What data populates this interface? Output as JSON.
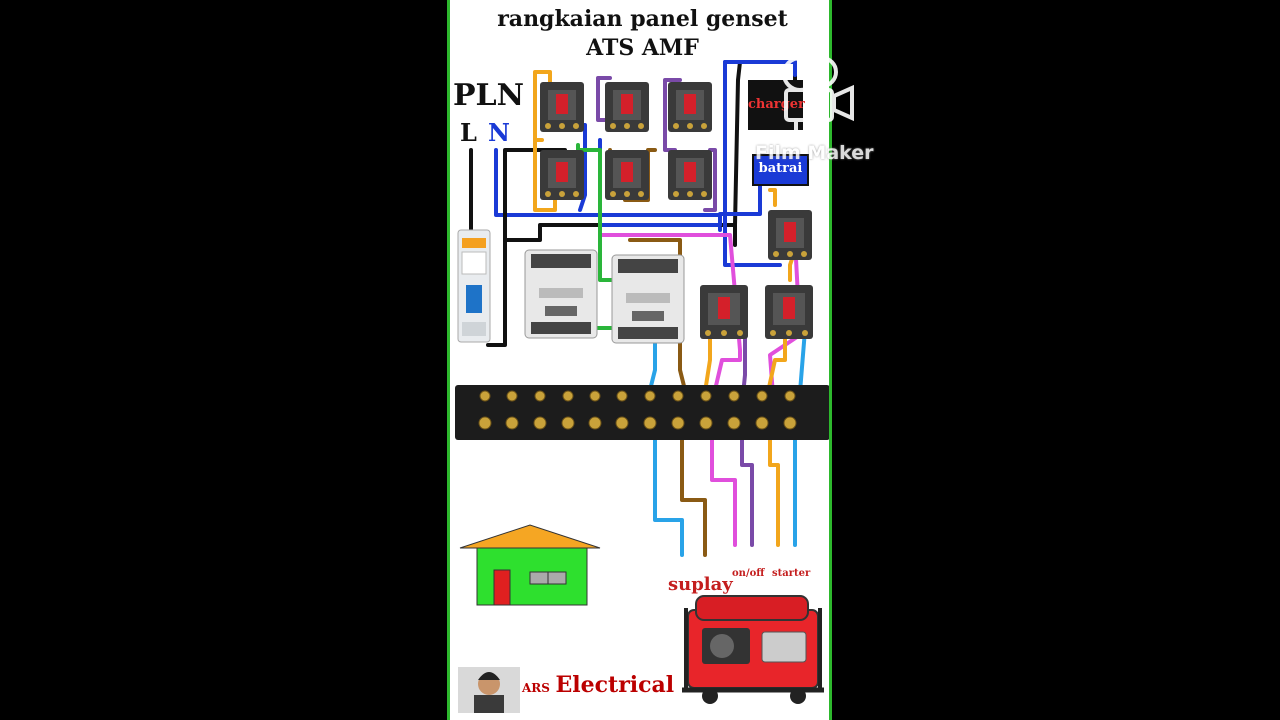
{
  "title": {
    "line1": "rangkaian panel genset",
    "line2": "ATS AMF"
  },
  "labels": {
    "pln": "PLN",
    "l": "L",
    "n": "N",
    "charger": "charger",
    "batrai": "batrai",
    "suplay": "suplay",
    "onoff": "on/off",
    "starter": "starter"
  },
  "brand": {
    "prefix": "ARS",
    "name": "Electrical"
  },
  "watermark": {
    "text": "Film Maker",
    "icon": "camera-icon"
  },
  "colors": {
    "border": "#2db82d",
    "black_wire": "#111111",
    "blue_wire": "#1a3ad6",
    "light_blue_wire": "#29a3e8",
    "orange_wire": "#f2a61c",
    "purple_wire": "#7a4aa8",
    "pink_wire": "#e04fdc",
    "brown_wire": "#8a5a14",
    "green_wire": "#2ab53a",
    "house_roof": "#f5a623",
    "house_wall": "#2ee02e",
    "house_door": "#e02020",
    "genset_body": "#e8252a"
  }
}
